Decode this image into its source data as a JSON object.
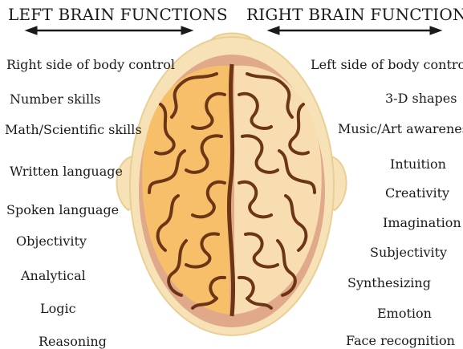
{
  "headings": {
    "left": "LEFT BRAIN FUNCTIONS",
    "right": "RIGHT BRAIN FUNCTIONS"
  },
  "left_functions": [
    "Right side of body control",
    "Number skills",
    "Math/Scientific skills",
    "Written language",
    "Spoken language",
    "Objectivity",
    "Analytical",
    "Logic",
    "Reasoning"
  ],
  "right_functions": [
    "Left side of body control",
    "3-D shapes",
    "Music/Art awareness",
    "Intuition",
    "Creativity",
    "Imagination",
    "Subjectivity",
    "Synthesizing",
    "Emotion",
    "Face recognition"
  ],
  "colors": {
    "head_skin": "#f6e2b6",
    "head_outline": "#e9cf95",
    "scalp_ring": "#dfa98a",
    "left_hemisphere": "#f7bf6a",
    "right_hemisphere": "#f8ddb0",
    "sulci": "#6b3516",
    "text": "#1a1a1a"
  }
}
